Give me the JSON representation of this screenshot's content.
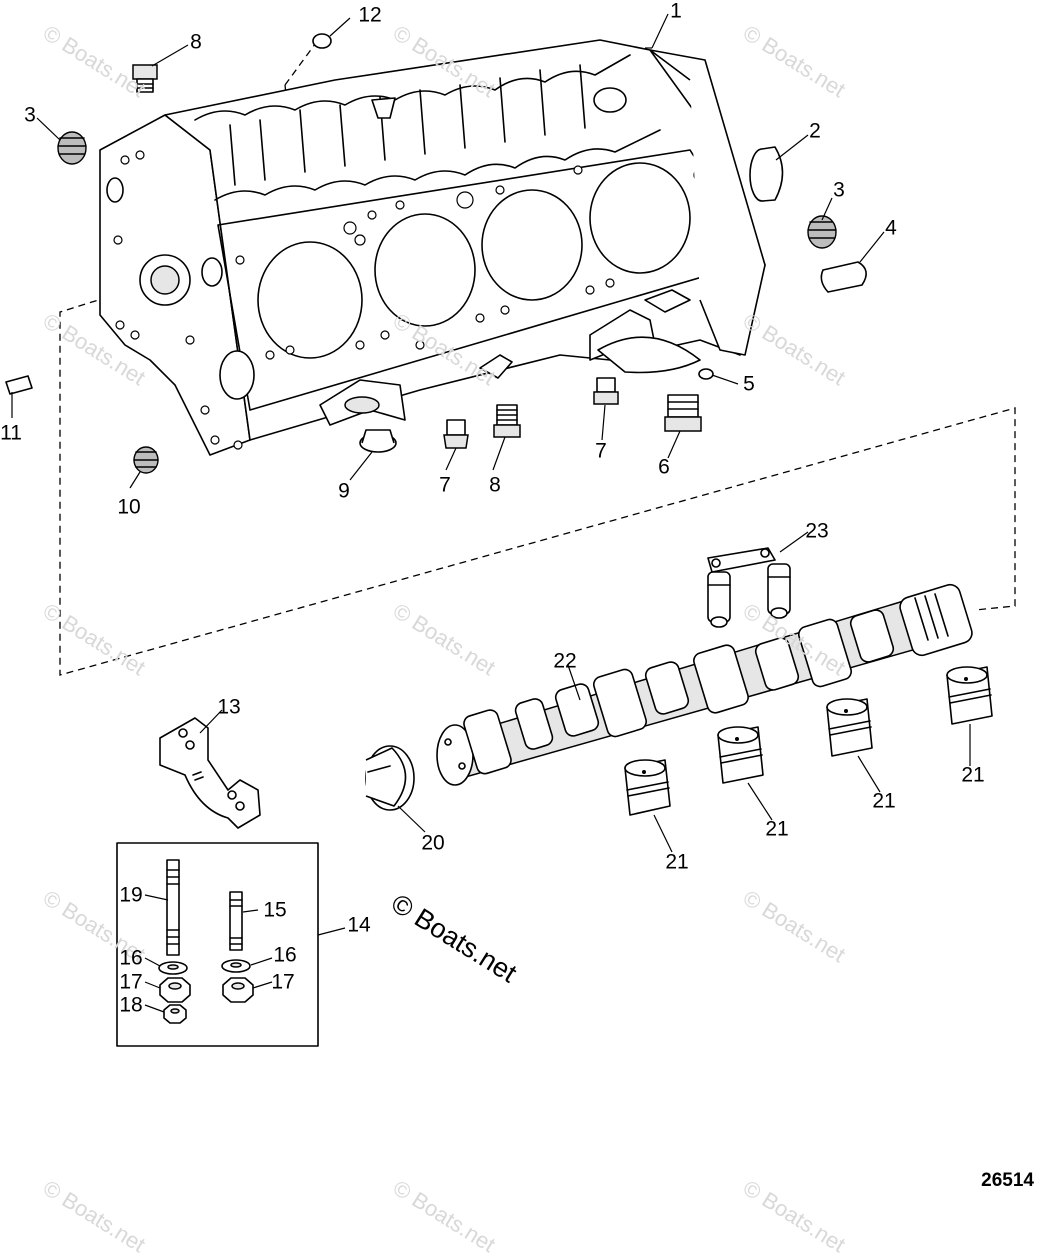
{
  "watermark": "© Boats.net",
  "figure_number": "26514",
  "callouts": {
    "c1": "1",
    "c2": "2",
    "c3a": "3",
    "c3b": "3",
    "c4": "4",
    "c5": "5",
    "c6": "6",
    "c7a": "7",
    "c7b": "7",
    "c8a": "8",
    "c8b": "8",
    "c9": "9",
    "c10": "10",
    "c11": "11",
    "c12": "12",
    "c13": "13",
    "c14": "14",
    "c15": "15",
    "c16a": "16",
    "c16b": "16",
    "c17a": "17",
    "c17b": "17",
    "c18": "18",
    "c19": "19",
    "c20": "20",
    "c21a": "21",
    "c21b": "21",
    "c21c": "21",
    "c21d": "21",
    "c22": "22",
    "c23": "23"
  },
  "icons": [
    "engine-block-icon",
    "camshaft-icon",
    "cam-bearing-icon",
    "plug-icon",
    "stud-icon",
    "nut-icon",
    "washer-icon",
    "lifter-guide-icon",
    "main-cap-icon"
  ]
}
